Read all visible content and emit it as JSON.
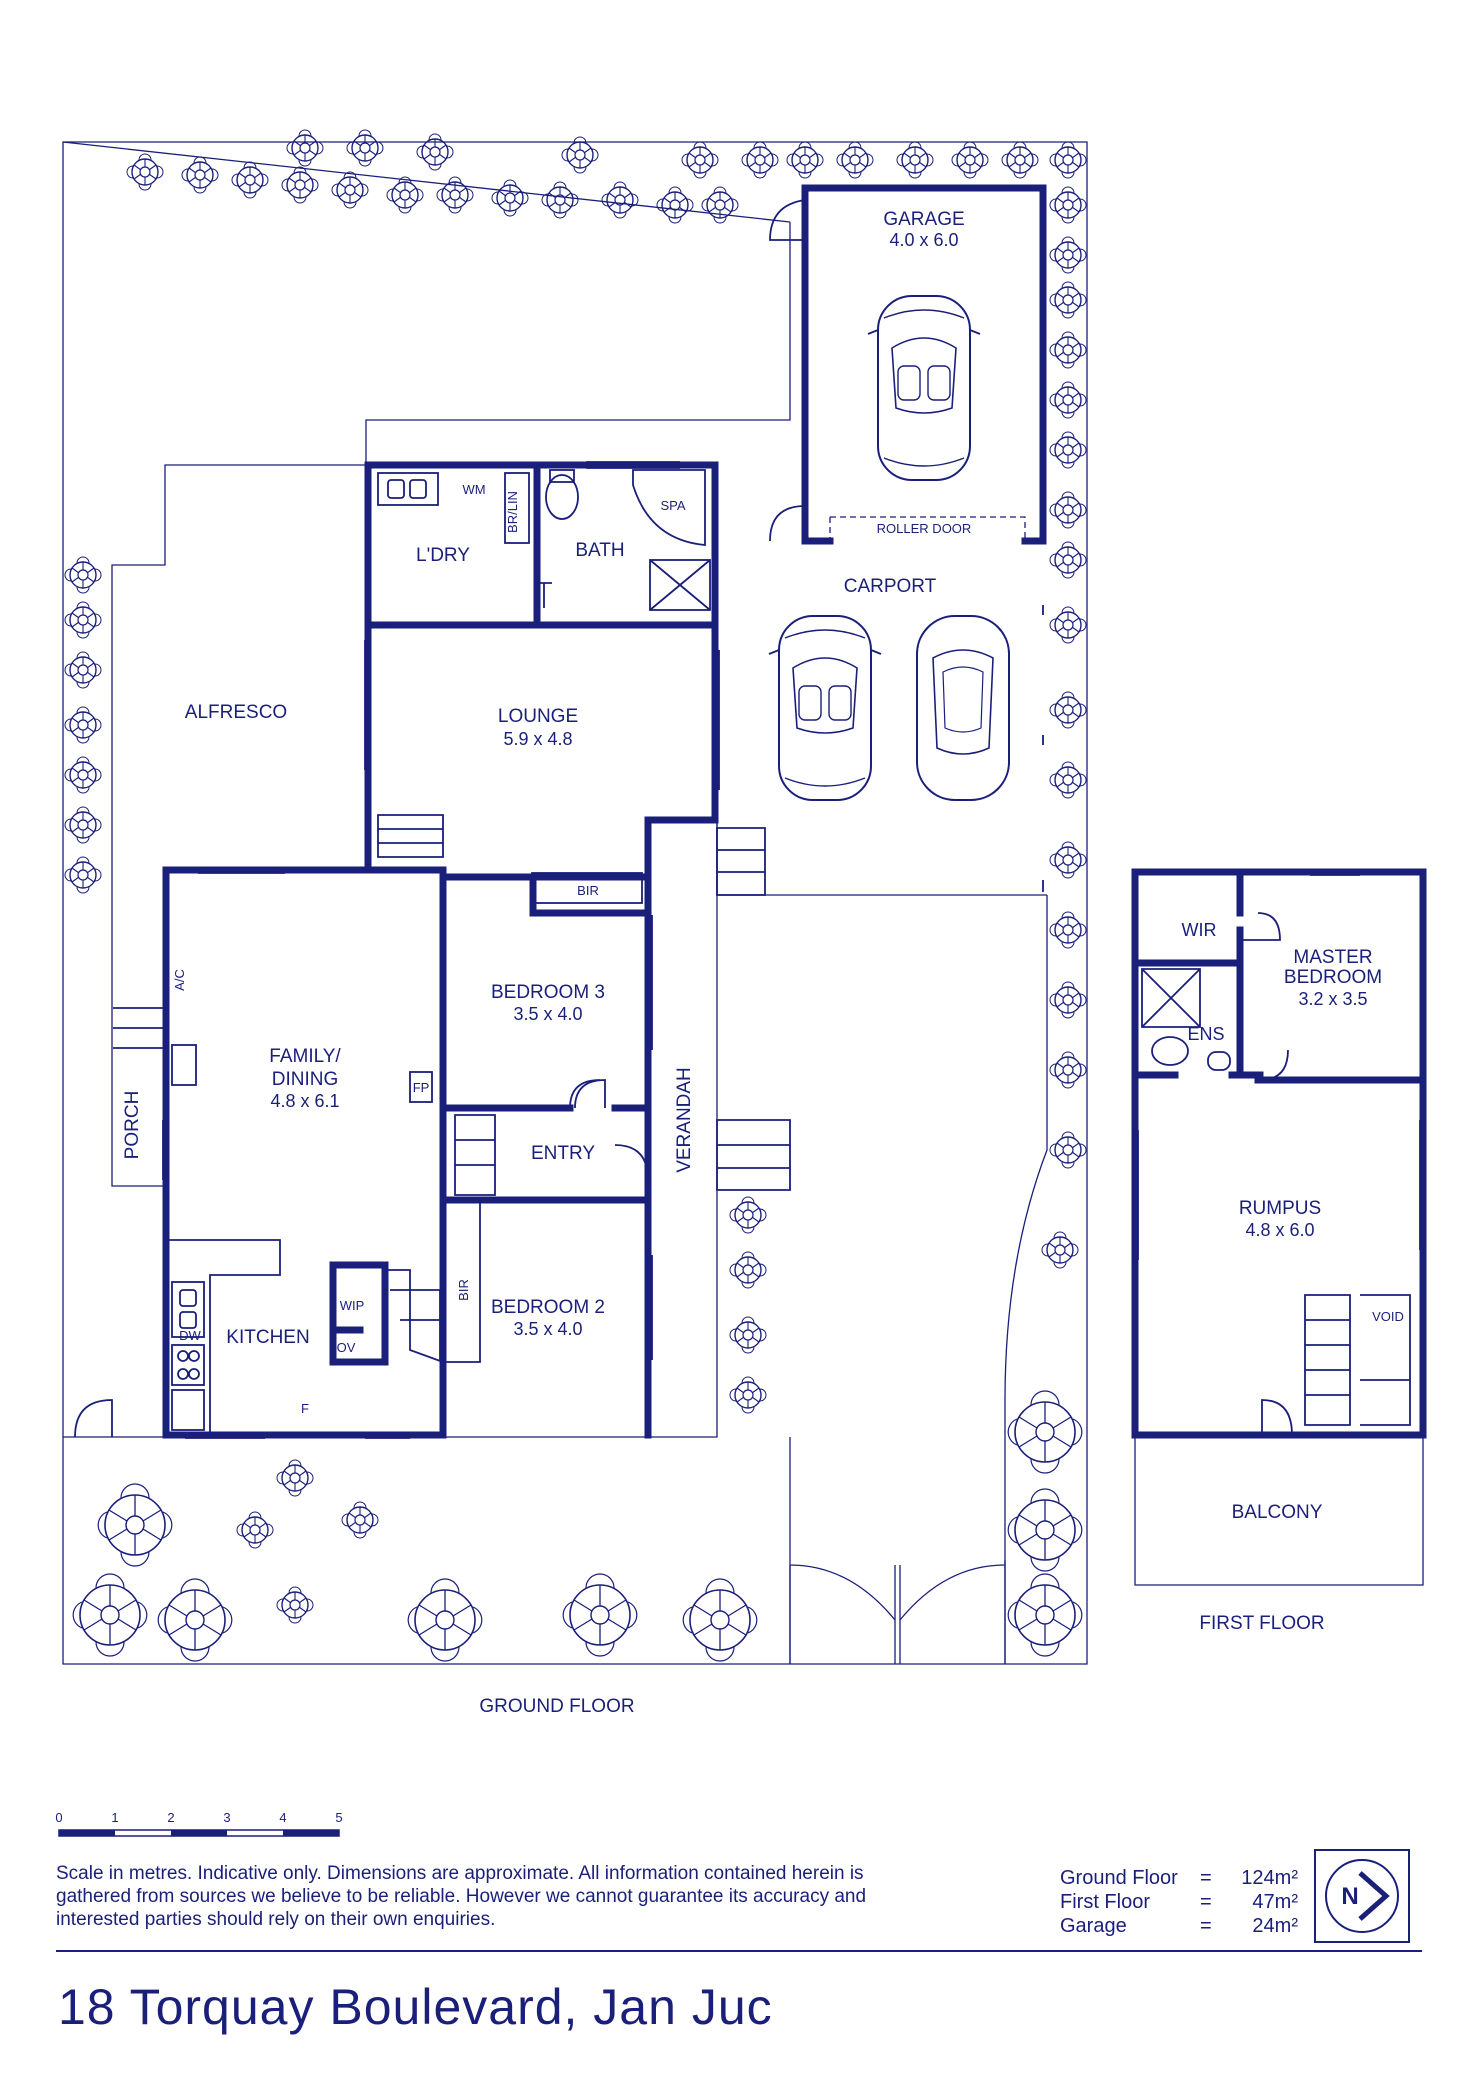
{
  "plan": {
    "title": "18 Torquay Boulevard, Jan Juc",
    "floors": {
      "ground": "GROUND FLOOR",
      "first": "FIRST FLOOR"
    },
    "rooms": {
      "garage": {
        "name": "GARAGE",
        "size": "4.0 x 6.0"
      },
      "roller_door": "ROLLER DOOR",
      "carport": "CARPORT",
      "laundry": "L'DRY",
      "wm": "WM",
      "br_lin": "BR/LIN",
      "bath": "BATH",
      "spa": "SPA",
      "alfresco": "ALFRESCO",
      "lounge": {
        "name": "LOUNGE",
        "size": "5.9 x 4.8"
      },
      "bir1": "BIR",
      "bedroom3": {
        "name": "BEDROOM 3",
        "size": "3.5 x 4.0"
      },
      "family": {
        "name1": "FAMILY/",
        "name2": "DINING",
        "size": "4.8 x 6.1"
      },
      "ac": "A/C",
      "fp": "FP",
      "porch": "PORCH",
      "verandah": "VERANDAH",
      "entry": "ENTRY",
      "bir2": "BIR",
      "bedroom2": {
        "name": "BEDROOM 2",
        "size": "3.5 x 4.0"
      },
      "kitchen": "KITCHEN",
      "dw": "DW",
      "wip": "WIP",
      "ov": "OV",
      "f": "F",
      "wir": "WIR",
      "master": {
        "name1": "MASTER",
        "name2": "BEDROOM",
        "size": "3.2 x 3.5"
      },
      "ens": "ENS",
      "rumpus": {
        "name": "RUMPUS",
        "size": "4.8 x 6.0"
      },
      "void": "VOID",
      "balcony": "BALCONY"
    },
    "scale": {
      "ticks": [
        "0",
        "1",
        "2",
        "3",
        "4",
        "5"
      ]
    },
    "disclaimer": "Scale in metres. Indicative only. Dimensions are approximate. All information contained herein is gathered from sources we believe to be reliable. However we cannot guarantee its accuracy and interested parties should rely on their own enquiries.",
    "areas": [
      {
        "label": "Ground Floor",
        "eq": "=",
        "value": "124m²"
      },
      {
        "label": "First Floor",
        "eq": "=",
        "value": "47m²"
      },
      {
        "label": "Garage",
        "eq": "=",
        "value": "24m²"
      }
    ],
    "compass_letter": "N",
    "colors": {
      "ink": "#1a1f7a",
      "background": "#ffffff"
    }
  }
}
